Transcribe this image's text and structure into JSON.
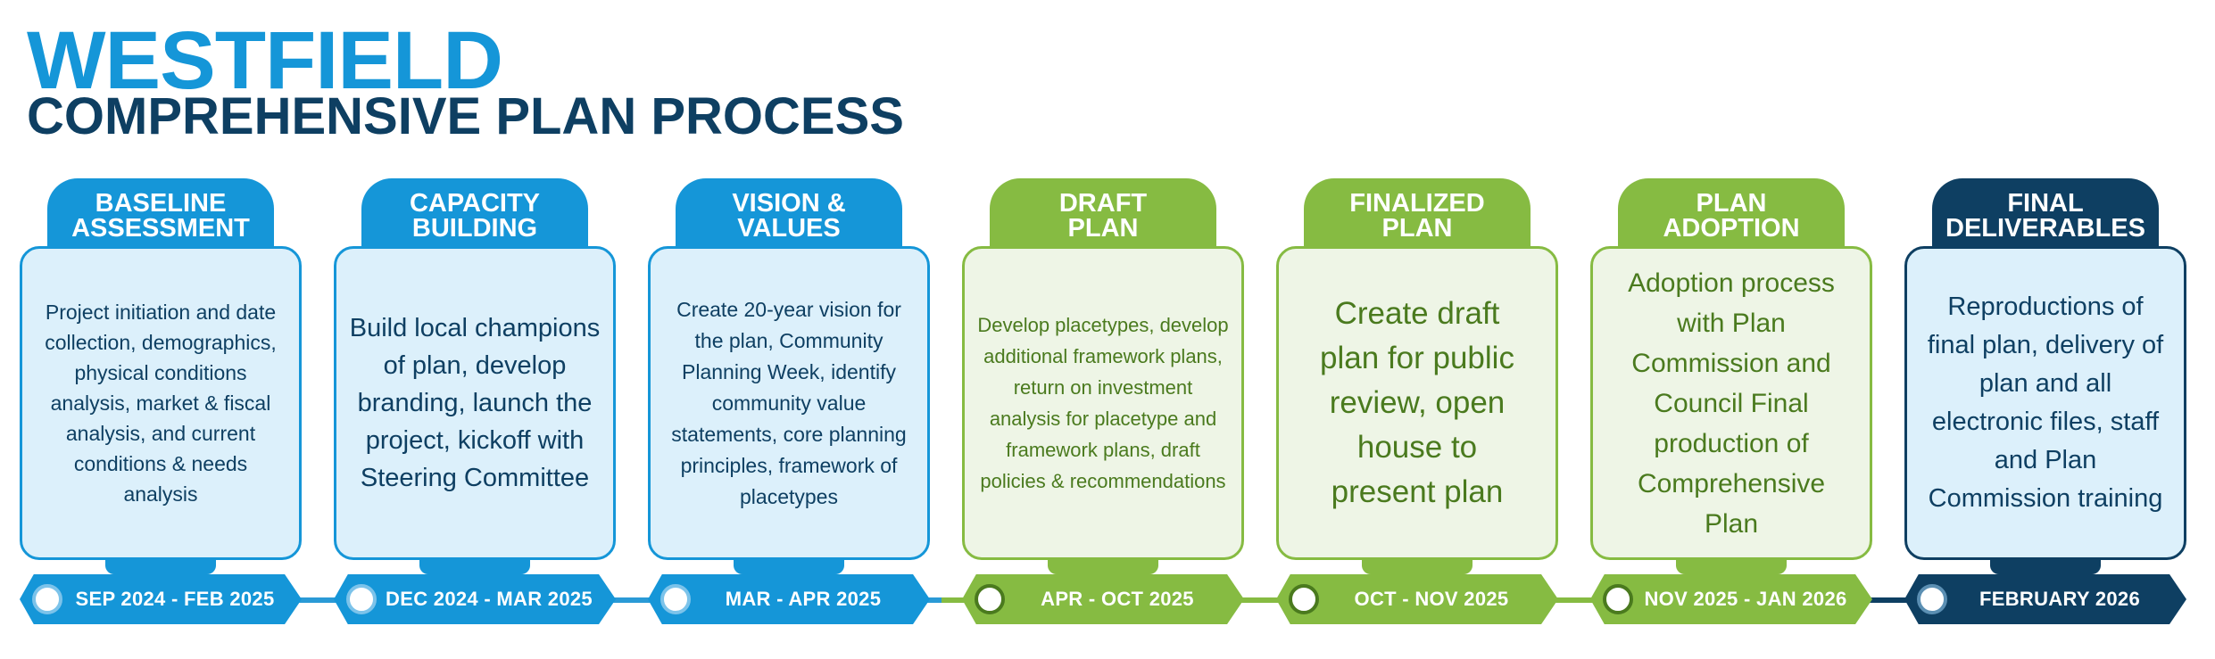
{
  "header": {
    "title": "WESTFIELD",
    "subtitle": "COMPREHENSIVE PLAN PROCESS"
  },
  "colors": {
    "blue": "#1596d8",
    "blue_light_fill": "#dcf0fb",
    "green": "#86bb42",
    "green_light_fill": "#eef5e6",
    "green_text": "#4a7a1e",
    "navy": "#0e3f62",
    "navy_text": "#0e3f62",
    "blue_text": "#0e3f62"
  },
  "phases": [
    {
      "title_line1": "BASELINE",
      "title_line2": "ASSESSMENT",
      "description": "Project initiation and date collection, demographics, physical conditions analysis, market & fiscal analysis, and current conditions & needs analysis",
      "dates": "SEP 2024 - FEB 2025",
      "theme": "blue"
    },
    {
      "title_line1": "CAPACITY",
      "title_line2": "BUILDING",
      "description": "Build local champions of plan, develop branding, launch the project, kickoff with Steering Committee",
      "dates": "DEC 2024 - MAR 2025",
      "theme": "blue"
    },
    {
      "title_line1": "VISION &",
      "title_line2": "VALUES",
      "description": "Create 20-year vision for the plan, Community Planning Week, identify community value statements, core planning principles, framework of placetypes",
      "dates": "MAR - APR 2025",
      "theme": "blue"
    },
    {
      "title_line1": "DRAFT",
      "title_line2": "PLAN",
      "description": "Develop placetypes, develop additional framework plans, return on investment analysis for placetype and framework plans, draft policies & recommendations",
      "dates": "APR - OCT 2025",
      "theme": "green"
    },
    {
      "title_line1": "FINALIZED",
      "title_line2": "PLAN",
      "description": "Create draft plan for public review, open house to present plan",
      "dates": "OCT - NOV 2025",
      "theme": "green"
    },
    {
      "title_line1": "PLAN",
      "title_line2": "ADOPTION",
      "description": "Adoption process with Plan Commission and Council Final production of Comprehensive Plan",
      "dates": "NOV 2025 - JAN 2026",
      "theme": "green"
    },
    {
      "title_line1": "FINAL",
      "title_line2": "DELIVERABLES",
      "description": "Reproductions of final plan, delivery of plan and all electronic files, staff and Plan Commission training",
      "dates": "FEBRUARY 2026",
      "theme": "navy"
    }
  ]
}
